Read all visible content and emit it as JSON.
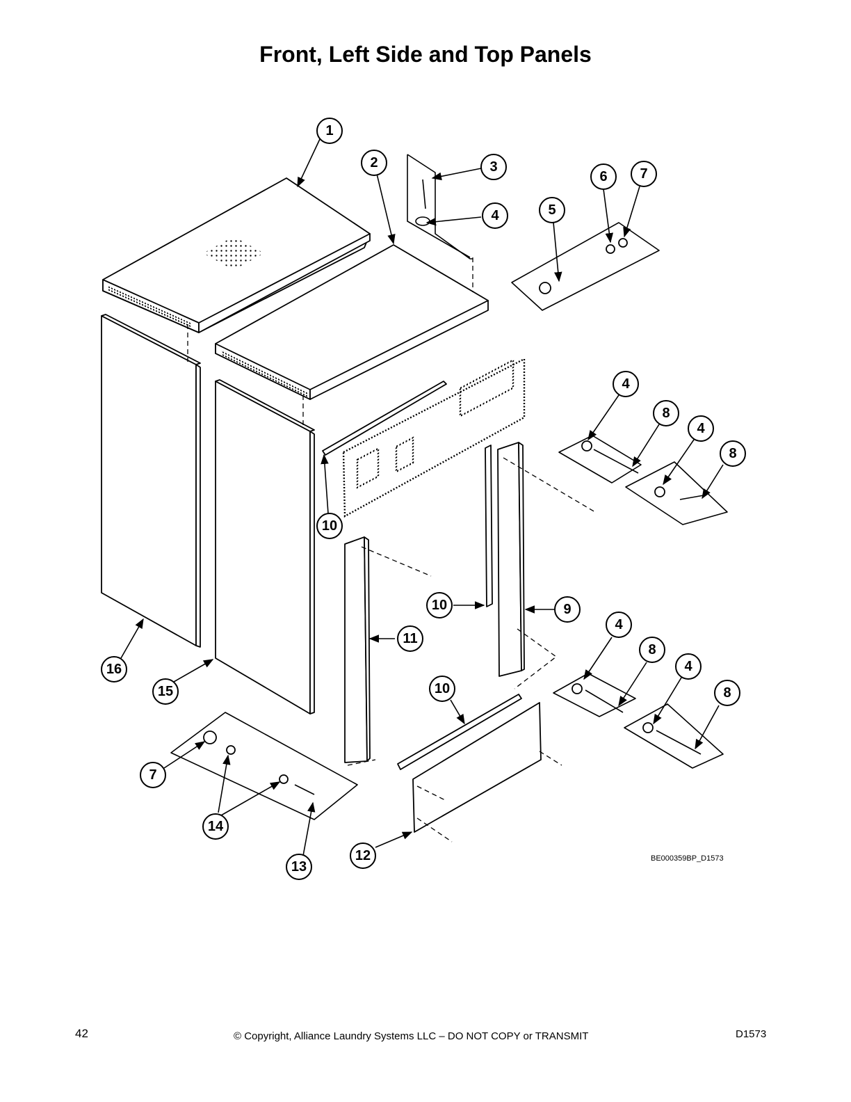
{
  "page": {
    "title": "Front, Left Side and Top Panels",
    "page_number": "42",
    "copyright": "© Copyright, Alliance Laundry Systems LLC – DO NOT COPY or TRANSMIT",
    "document_code": "D1573",
    "illustration_code": "BE000359BP_D1573"
  },
  "callouts": [
    {
      "id": "c1",
      "label": "1"
    },
    {
      "id": "c2",
      "label": "2"
    },
    {
      "id": "c3",
      "label": "3"
    },
    {
      "id": "c4a",
      "label": "4"
    },
    {
      "id": "c5",
      "label": "5"
    },
    {
      "id": "c6",
      "label": "6"
    },
    {
      "id": "c7a",
      "label": "7"
    },
    {
      "id": "c4b",
      "label": "4"
    },
    {
      "id": "c8a",
      "label": "8"
    },
    {
      "id": "c4c",
      "label": "4"
    },
    {
      "id": "c8b",
      "label": "8"
    },
    {
      "id": "c10a",
      "label": "10"
    },
    {
      "id": "c10b",
      "label": "10"
    },
    {
      "id": "c9",
      "label": "9"
    },
    {
      "id": "c11",
      "label": "11"
    },
    {
      "id": "c4d",
      "label": "4"
    },
    {
      "id": "c8c",
      "label": "8"
    },
    {
      "id": "c4e",
      "label": "4"
    },
    {
      "id": "c8d",
      "label": "8"
    },
    {
      "id": "c16",
      "label": "16"
    },
    {
      "id": "c15",
      "label": "15"
    },
    {
      "id": "c10c",
      "label": "10"
    },
    {
      "id": "c7b",
      "label": "7"
    },
    {
      "id": "c14",
      "label": "14"
    },
    {
      "id": "c13",
      "label": "13"
    },
    {
      "id": "c12",
      "label": "12"
    }
  ]
}
